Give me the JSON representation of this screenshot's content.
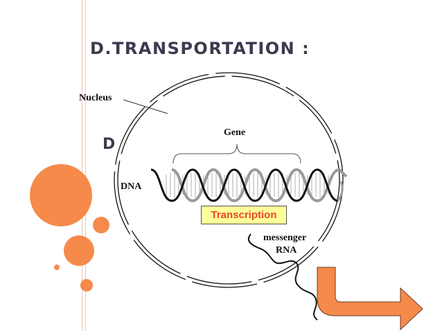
{
  "slide": {
    "title": "D.TRANSPORTATION :",
    "bullet_letter": "D"
  },
  "diagram": {
    "labels": {
      "nucleus": "Nucleus",
      "gene": "Gene",
      "dna": "DNA",
      "transcription": "Transcription",
      "mrna_line1": "messenger",
      "mrna_line2": "RNA"
    }
  },
  "colors": {
    "accent_orange": "#f58a4b",
    "title_text": "#3b3b4f",
    "transcription_fill": "#ffff99",
    "transcription_text": "#e8462b",
    "margin_rule": "#f4c2b0"
  },
  "icons": {
    "arrow": "curved-right-arrow-icon",
    "helix": "dna-double-helix-icon"
  }
}
